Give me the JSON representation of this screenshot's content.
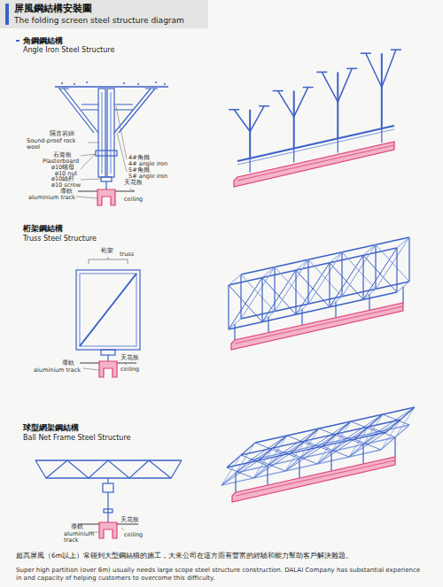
{
  "diagram": {
    "title": "屏風鋼結構安裝圖",
    "caption": "超高屏風（6m以上）常碰到大型鋼結構的施工，大來公司在這方面有豐富的經驗和能力幫助客戶解決難題。",
    "labels": [
      "The folding screen steel structure diagram",
      "角鋼鋼結構",
      "Angle Iron Steel Structure",
      "隔音岩綿",
      "Sound-proof rock wool",
      "石膏板",
      "Plasterboard",
      "ø10螺母",
      "ø10 nut",
      "ø10絲杆",
      "ø10 screw",
      "4#角鐵",
      "4# angle iron",
      "5#角鐵",
      "5# angle iron",
      "導軌",
      "aluminium track",
      "天花板",
      "ceiling",
      "桁架鋼結構",
      "Truss Steel Structure",
      "桁架",
      "truss",
      "導軌",
      "aluminium track",
      "天花板",
      "ceiling",
      "球型網架鋼結構",
      "Ball Net Frame Steel Structure",
      "導軌",
      "aluminium track",
      "天花板",
      "ceiling",
      "Super high partition (over 6m) usually needs large scope steel structure construction. DALAI Company has substantial experience in and capacity of helping customers to overcome this difficulty."
    ]
  }
}
